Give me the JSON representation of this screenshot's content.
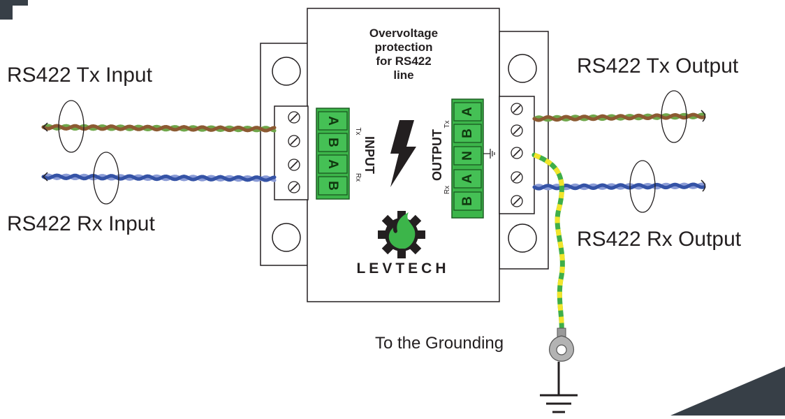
{
  "labels": {
    "tx_input": "RS422 Tx Input",
    "rx_input": "RS422 Rx Input",
    "tx_output": "RS422 Tx Output",
    "rx_output": "RS422 Rx Output",
    "grounding": "To the Grounding"
  },
  "device": {
    "title_lines": [
      "Overvoltage",
      "protection",
      "for RS422",
      "line"
    ],
    "brand": "LEVTECH",
    "input_label": "INPUT",
    "output_label": "OUTPUT",
    "tx": "Tx",
    "rx": "Rx",
    "input_terminals": [
      "A",
      "B",
      "A",
      "B"
    ],
    "output_terminals": [
      "A",
      "B",
      "N",
      "A",
      "B"
    ]
  },
  "colors": {
    "tx_wire_a": "#8c5a32",
    "tx_wire_b": "#6fa64a",
    "rx_wire_a": "#3553a6",
    "rx_wire_b": "#8a9bd6",
    "ground_wire_a": "#f2e52b",
    "ground_wire_b": "#3fae49",
    "terminal_green": "#3cb54a",
    "flame_green": "#3cb54a",
    "outline": "#231f20",
    "corner_dark": "#373f47"
  }
}
